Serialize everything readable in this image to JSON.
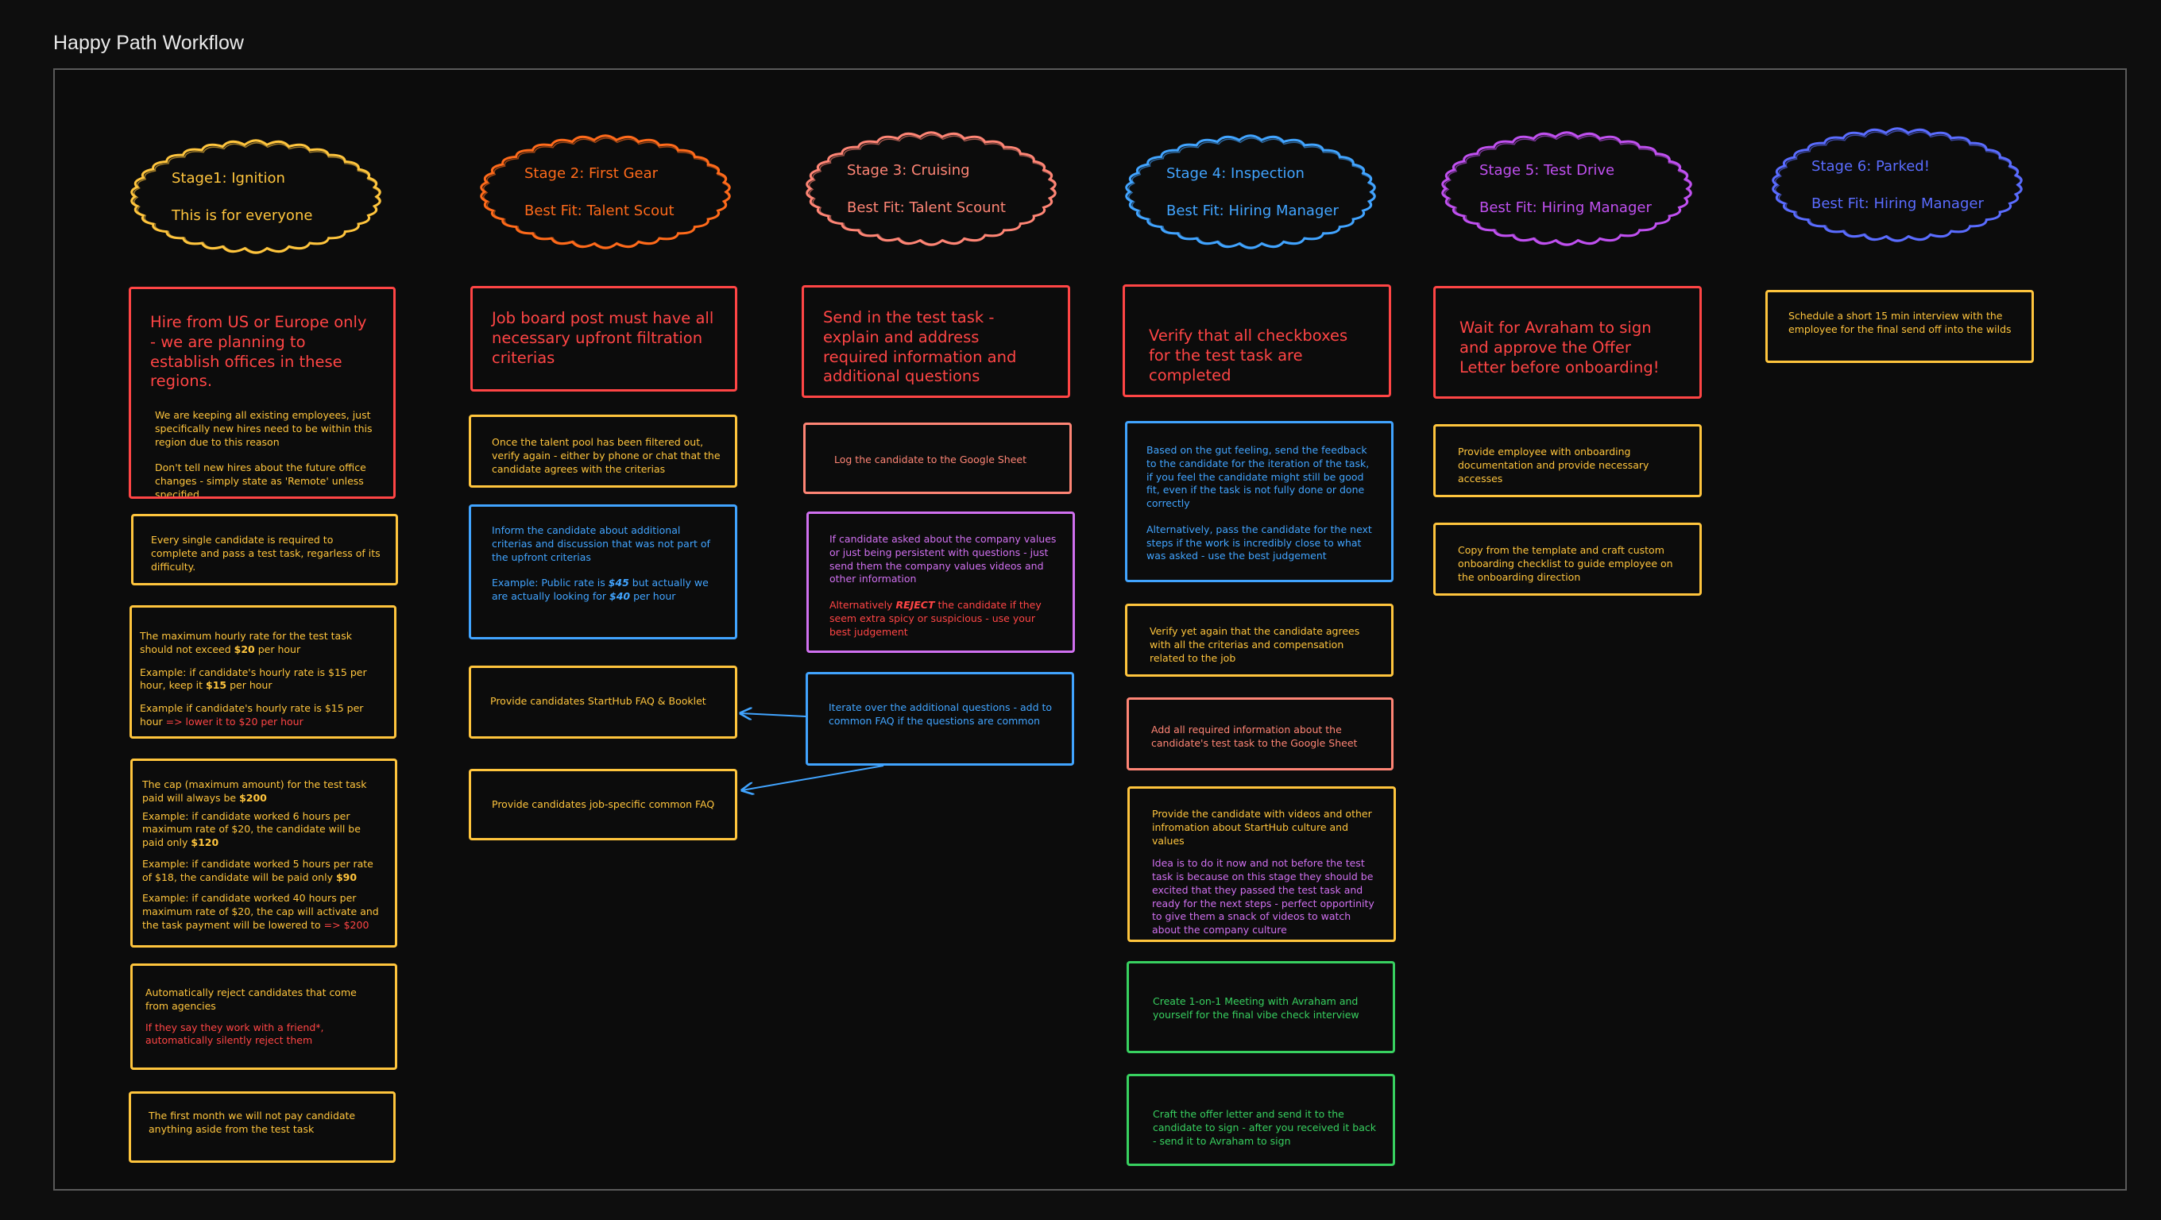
{
  "title": "Happy Path Workflow",
  "colors": {
    "background": "#0e0e0e",
    "frame_border": "#5a5a5a",
    "red": "#ff4545",
    "yellow": "#ffc53d",
    "orange": "#ff6a1a",
    "salmon": "#ff8575",
    "blue": "#41a4ff",
    "purple": "#c050f0",
    "indigo": "#5a6cff",
    "green": "#38d160"
  },
  "stages": [
    {
      "title": "Stage1: Ignition",
      "subtitle": "This is for everyone",
      "color": "#ffc53d"
    },
    {
      "title": "Stage 2: First Gear",
      "subtitle": "Best Fit: Talent Scout",
      "color": "#ff6a1a"
    },
    {
      "title": "Stage 3: Cruising",
      "subtitle": "Best Fit: Talent Scount",
      "color": "#ff8575"
    },
    {
      "title": "Stage 4: Inspection",
      "subtitle": "Best Fit: Hiring Manager",
      "color": "#41a4ff"
    },
    {
      "title": "Stage 5: Test Drive",
      "subtitle": "Best Fit: Hiring Manager",
      "color": "#c050f0"
    },
    {
      "title": "Stage 6: Parked!",
      "subtitle": "Best Fit: Hiring Manager",
      "color": "#5a6cff"
    }
  ],
  "cards": {
    "s1_region": {
      "heading": "Hire from US or Europe only - we are planning to establish offices in these regions.",
      "p1": "We are keeping all existing employees, just specifically new hires need to be within this region due to this reason",
      "p2": "Don't tell new hires about the future office changes - simply state as 'Remote' unless specified"
    },
    "s1_test": {
      "text": "Every single candidate is required to complete and pass a test task, regarless of its difficulty."
    },
    "s1_rate": {
      "l1a": "The maximum hourly rate for the test task should not exceed ",
      "l1b": "$20",
      "l1c": " per hour",
      "l2a": "Example: if candidate's hourly rate is $15 per hour, keep it ",
      "l2b": "$15",
      "l2c": " per hour",
      "l3a": "Example if candidate's hourly rate is $15 per hour ",
      "l3b": "=> lower it to $20 per hour"
    },
    "s1_cap": {
      "l1a": "The cap (maximum amount) for the test task paid will always be ",
      "l1b": "$200",
      "l2a": "Example: if candidate worked 6 hours per maximum rate of $20, the candidate will be paid only ",
      "l2b": "$120",
      "l3a": "Example: if candidate worked 5 hours per rate of $18, the candidate will be paid only ",
      "l3b": "$90",
      "l4a": "Example: if candidate worked 40 hours per maximum rate of $20, the cap will activate and the task payment will be lowered to ",
      "l4b": "=> $200"
    },
    "s1_agency": {
      "p1": "Automatically reject candidates that come from agencies",
      "p2": "If they say they work with a friend*, automatically silently reject them"
    },
    "s1_month": {
      "text": "The first month we will not pay candidate anything aside from the test task"
    },
    "s2_board": {
      "text": "Job board post must have all necessary upfront filtration criterias"
    },
    "s2_verify": {
      "text": "Once the talent pool has been filtered out, verify again - either by phone or chat that the candidate agrees with the criterias"
    },
    "s2_inform": {
      "p1": "Inform the candidate about additional criterias and discussion that was not part of the upfront criterias",
      "p2a": "Example: Public rate is ",
      "p2b": "$45",
      "p2c": " but actually we are actually looking for ",
      "p2d": "$40",
      "p2e": " per hour"
    },
    "s2_faq": {
      "text": "Provide candidates StartHub FAQ & Booklet"
    },
    "s2_jobfaq": {
      "text": "Provide candidates job-specific common FAQ"
    },
    "s3_send": {
      "text": "Send in the test task - explain and address required information and additional questions"
    },
    "s3_log": {
      "text": "Log the candidate to the Google Sheet"
    },
    "s3_values": {
      "p1": "If candidate asked about the company values or just being persistent with questions - just send them the company values videos and other information",
      "p2a": "Alternatively ",
      "p2b": "REJECT",
      "p2c": " the candidate if they seem extra spicy or suspicious - use your best judgement"
    },
    "s3_iterate": {
      "text": "Iterate over the additional questions - add to common FAQ if the questions are common"
    },
    "s4_verify": {
      "text": "Verify that all checkboxes for the test task are completed"
    },
    "s4_gut": {
      "p1": "Based on the gut feeling, send the feedback to the candidate for the iteration of the task, if you feel the candidate might still be good fit, even if the task is not fully done or done correctly",
      "p2": "Alternatively, pass the candidate for the next steps if the work is incredibly close to what was asked - use the best judgement"
    },
    "s4_again": {
      "text": "Verify yet again that the candidate agrees with all the criterias and compensation related to the job"
    },
    "s4_sheet": {
      "text": "Add all required information about the candidate's test task to the Google Sheet"
    },
    "s4_videos": {
      "p1": "Provide the candidate with videos and other infromation about StartHub culture and values",
      "p2": "Idea is to do it now and not before the test task is because on this stage they should be excited that they passed the test task and ready for the next steps - perfect opportinity to give them a snack of videos to watch about the company culture"
    },
    "s4_meeting": {
      "text": "Create 1-on-1 Meeting with Avraham and yourself for the final vibe check interview"
    },
    "s4_offer": {
      "text": "Craft the offer letter and send it to the candidate to sign - after you received it back - send it to Avraham to sign"
    },
    "s5_wait": {
      "text": "Wait for Avraham to sign and approve the Offer Letter before onboarding!"
    },
    "s5_docs": {
      "text": "Provide employee with onboarding documentation and provide necessary accesses"
    },
    "s5_copy": {
      "text": "Copy from the template and craft custom onboarding checklist to guide employee on the onboarding direction"
    },
    "s6_schedule": {
      "text": "Schedule a short 15 min interview with the employee for the final send off into the wilds"
    }
  }
}
